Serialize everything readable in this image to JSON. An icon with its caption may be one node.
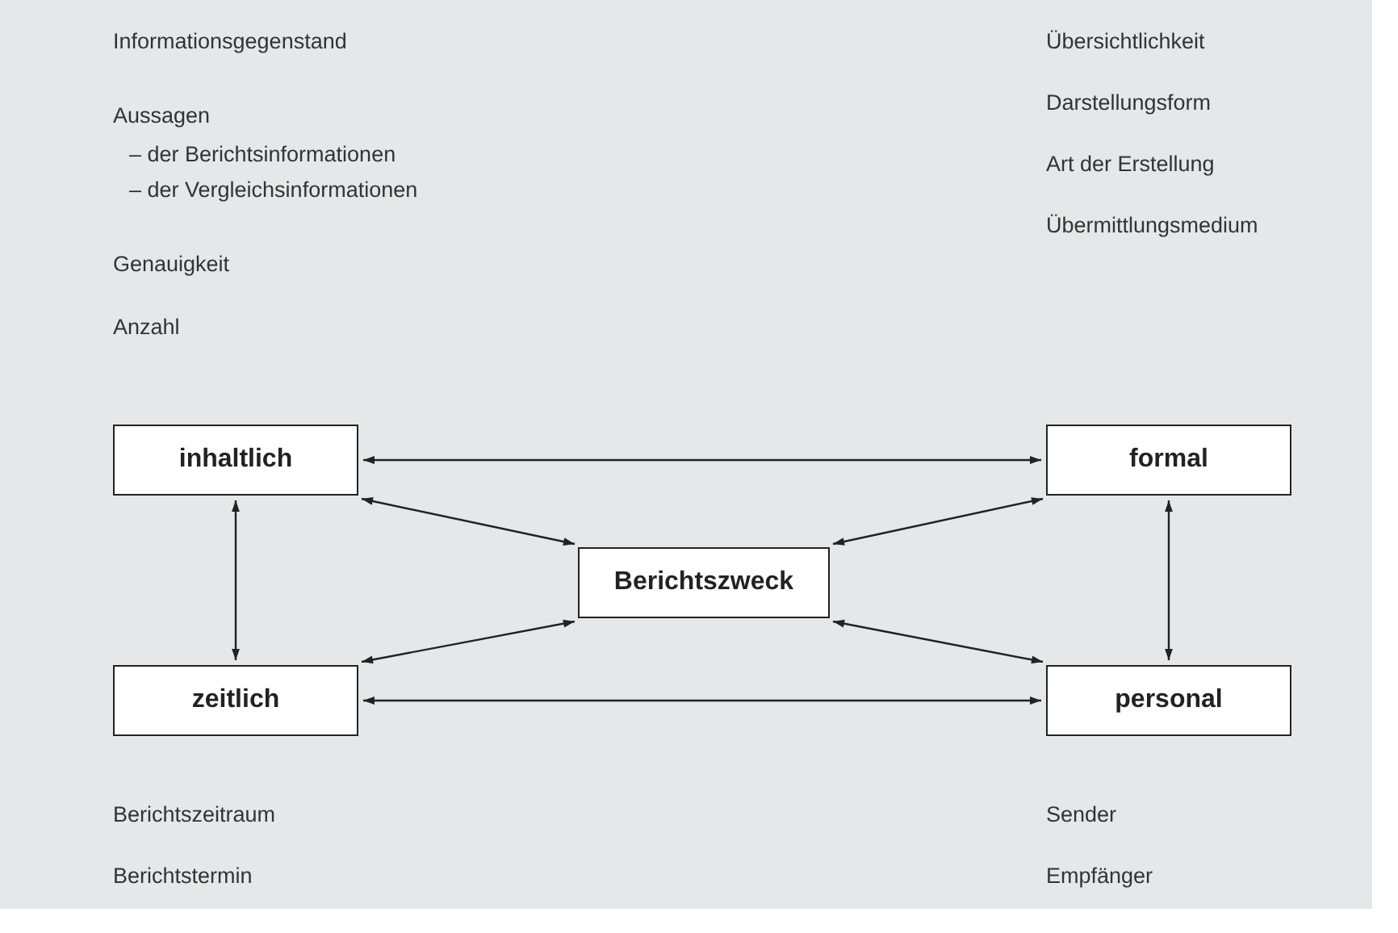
{
  "diagram": {
    "nodes": [
      {
        "text": [
          "inhaltlich"
        ]
      },
      {
        "text": [
          "formal"
        ]
      },
      {
        "text": [
          "Berichtszweck"
        ]
      },
      {
        "text": [
          "zeitlich"
        ]
      },
      {
        "text": [
          "personal"
        ]
      }
    ],
    "edges": [
      {
        "from": 0,
        "to": 1,
        "arrow": "both"
      },
      {
        "from": 0,
        "to": 2,
        "arrow": "both"
      },
      {
        "from": 1,
        "to": 2,
        "arrow": "both"
      },
      {
        "from": 0,
        "to": 3,
        "arrow": "both"
      },
      {
        "from": 1,
        "to": 4,
        "arrow": "both"
      },
      {
        "from": 2,
        "to": 3,
        "arrow": "both"
      },
      {
        "from": 2,
        "to": 4,
        "arrow": "both"
      },
      {
        "from": 3,
        "to": 4,
        "arrow": "both"
      }
    ],
    "labels": [
      "Informationsgegenstand",
      "Aussagen",
      "– der Berichtsinformationen",
      "– der Vergleichsinformationen",
      "Genauigkeit",
      "Anzahl",
      "Übersichtlichkeit",
      "Darstellungsform",
      "Art der Erstellung",
      "Übermittlungsmedium",
      "Berichtszeitraum",
      "Berichtstermin",
      "Sender",
      "Empfänger"
    ]
  }
}
